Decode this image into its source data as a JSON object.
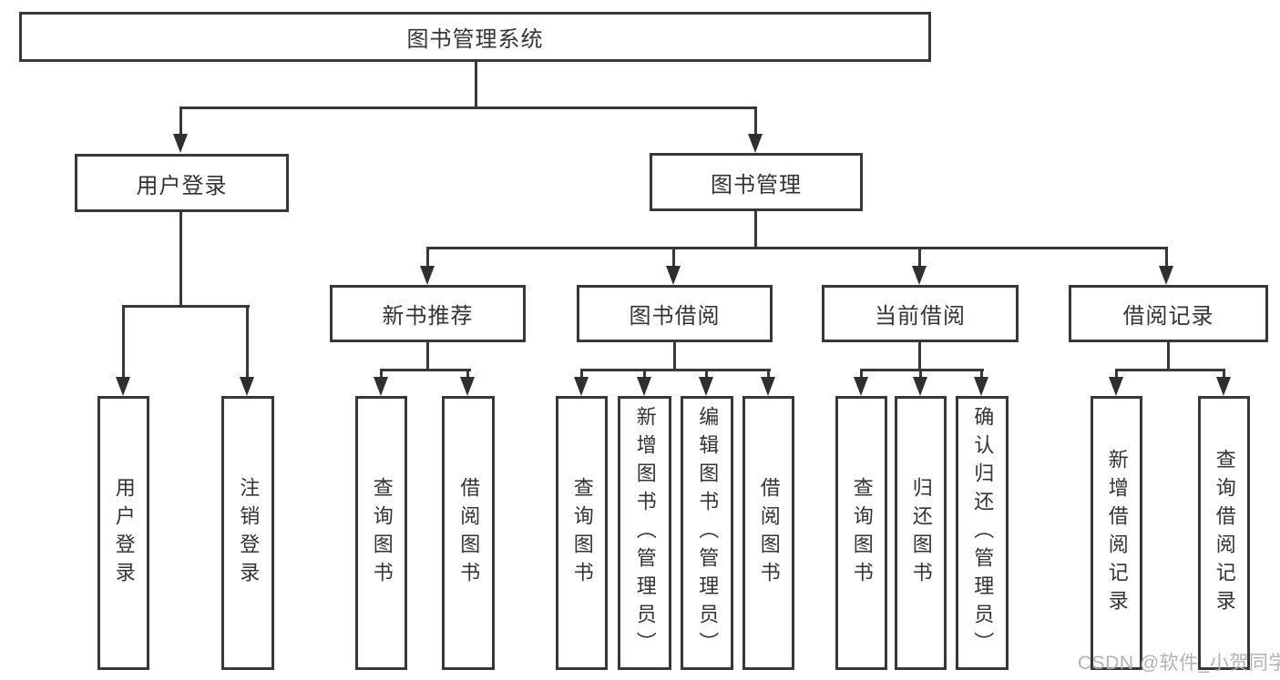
{
  "diagram": {
    "type": "tree-diagram",
    "colors": {
      "line": "#383838",
      "text": "#333333",
      "background": "#ffffff",
      "watermark": "#b2acac"
    },
    "nodes": {
      "root": "图书管理系统",
      "user_login": "用户登录",
      "book_mgmt": "图书管理",
      "new_book_rec": "新书推荐",
      "book_borrow": "图书借阅",
      "current_borrow": "当前借阅",
      "borrow_records": "借阅记录",
      "g1_user_login": "用户登录",
      "g1_logout": "注销登录",
      "g2_query_books": "查询图书",
      "g2_borrow_books": "借阅图书",
      "g3_query_books": "查询图书",
      "g3_add_books": "新增图书（管理员）",
      "g3_edit_books": "编辑图书（管理员）",
      "g3_borrow_books": "借阅图书",
      "g4_query_books": "查询图书",
      "g4_return_books": "归还图书",
      "g4_confirm_return": "确认归还（管理员）",
      "g5_add_record": "新增借阅记录",
      "g5_query_record": "查询借阅记录"
    },
    "hierarchy": {
      "图书管理系统": {
        "用户登录": [
          "用户登录",
          "注销登录"
        ],
        "图书管理": {
          "新书推荐": [
            "查询图书",
            "借阅图书"
          ],
          "图书借阅": [
            "查询图书",
            "新增图书（管理员）",
            "编辑图书（管理员）",
            "借阅图书"
          ],
          "当前借阅": [
            "查询图书",
            "归还图书",
            "确认归还（管理员）"
          ],
          "借阅记录": [
            "新增借阅记录",
            "查询借阅记录"
          ]
        }
      }
    }
  },
  "watermark": {
    "text": "CSDN @软件_小贺同学"
  }
}
